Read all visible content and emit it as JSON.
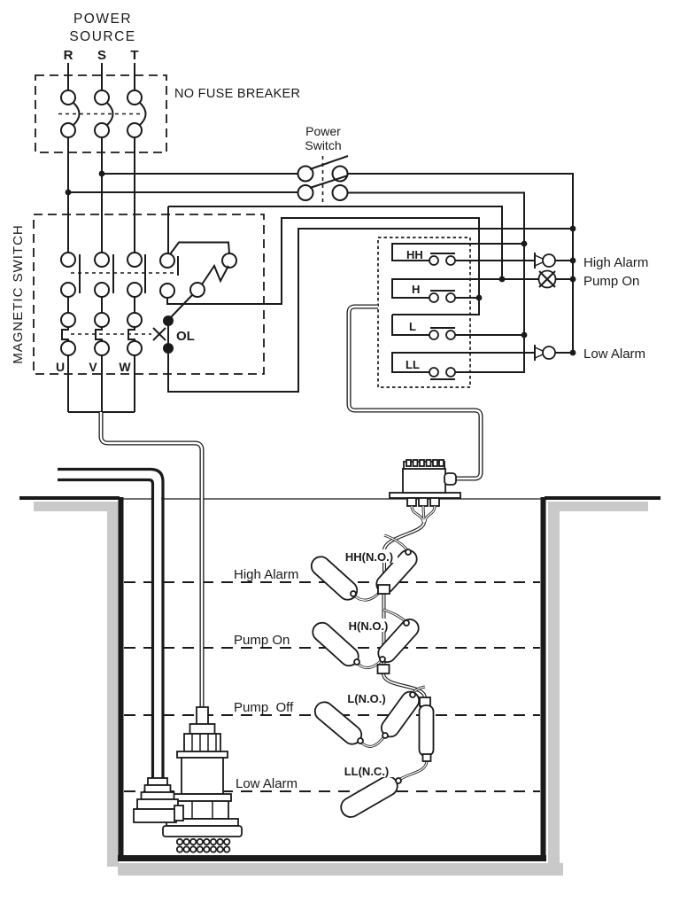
{
  "diagram": {
    "type": "pump-float-switch-wiring-diagram"
  },
  "labels": {
    "power_source": {
      "line1": "POWER",
      "line2": "SOURCE"
    },
    "phases": {
      "r": "R",
      "s": "S",
      "t": "T"
    },
    "nfb": "NO FUSE BREAKER",
    "power_switch": {
      "line1": "Power",
      "line2": "Switch"
    },
    "magnetic_switch": "MAGNETIC SWITCH",
    "overload": "OL",
    "motor_terminals": {
      "u": "U",
      "v": "V",
      "w": "W"
    },
    "relay_contacts": {
      "hh": "HH",
      "h": "H",
      "l": "L",
      "ll": "LL"
    },
    "outputs": {
      "high_alarm": "High Alarm",
      "pump_on": "Pump On",
      "low_alarm": "Low Alarm"
    },
    "water_levels": {
      "high_alarm": "High Alarm",
      "pump_on": "Pump On",
      "pump_off": "Pump  Off",
      "low_alarm": "Low Alarm"
    },
    "floats": {
      "hh": "HH(N.O.)",
      "h": "H(N.O.)",
      "l": "L(N.O.)",
      "ll": "LL(N.C.)"
    }
  },
  "icons": {
    "buzzer": "horn-buzzer-icon",
    "lamp": "x-lamp-icon",
    "breaker_pole": "breaker-pole-icon",
    "contact_no": "normally-open-contact-icon",
    "contact_nc": "normally-closed-contact-icon",
    "overload": "thermal-overload-icon"
  },
  "colors": {
    "line": "#1a1a1a",
    "shadow": "#c9c9c9",
    "background": "#ffffff"
  }
}
